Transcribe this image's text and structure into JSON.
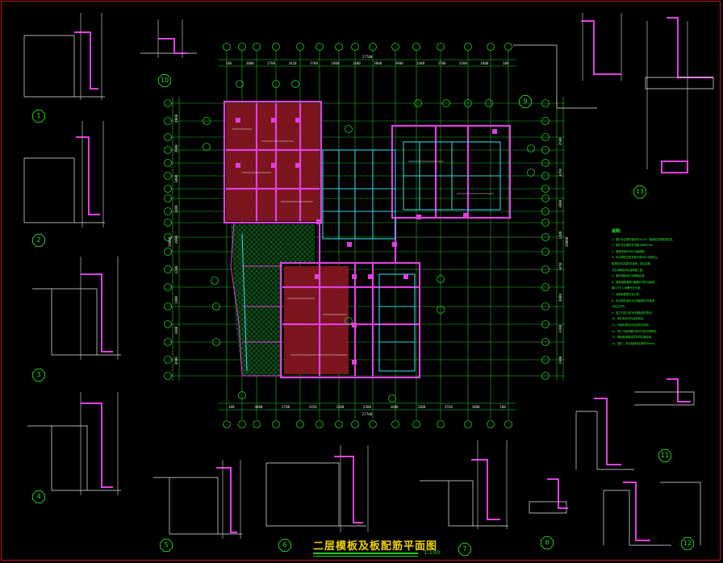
{
  "drawing": {
    "title": "二层模板及板配筋平面图",
    "scale": "1:100",
    "colors": {
      "background": "#000000",
      "frame": "#c01818",
      "grid": "#20d020",
      "beam": "#e040e0",
      "wall": "#30d0e0",
      "hatch": "#c02030",
      "dims": "#c0c0c0",
      "title": "#f0d000"
    }
  },
  "plan": {
    "top_dims": [
      "100",
      "3000",
      "2700",
      "3450",
      "3700",
      "1800",
      "1400",
      "3000",
      "3900",
      "1400",
      "3700",
      "3500",
      "1800",
      "100"
    ],
    "top_total": "27700",
    "bottom_dims": [
      "100",
      "3000",
      "2700",
      "3450",
      "3300",
      "2300",
      "3600",
      "3300",
      "3550",
      "3400",
      "100"
    ],
    "bottom_total": "27700",
    "left_dims": [
      "4000",
      "3900",
      "3800",
      "1400",
      "4000",
      "3200",
      "1900",
      "3400",
      "3600"
    ],
    "right_dims": [
      "3500",
      "3450",
      "3800",
      "1400",
      "3450",
      "4000",
      "3200",
      "1900"
    ],
    "left_total": "28000",
    "right_total": "28000"
  },
  "notes": {
    "heading": "说明：",
    "lines": [
      "1、图中未注明的板厚均为120，板面标高同楼层标高。",
      "2、图中未注明的分布筋为Φ6@200。",
      "3、板筋采用HRB400级钢筋。",
      "4、未注明的支座负筋长度详见平面标注。",
      "   板洞处详见结构总说明，洞边加筋。",
      "   卫生间降板详见建筑施工图。",
      "5、图中阴影部分为降板区域。",
      "6、楼板钢筋遇洞口截断并弯折至板底。",
      "   洞口尺寸以设备专业为准。",
      "7、悬挑板配筋详见大样。",
      "8、未注明的梁均为沿轴线居中布置或",
      "   与柱边平齐。",
      "9、施工时应与各专业图纸密切配合。",
      "10、图中标高均为结构标高。",
      "11、构造柱做法详见结构总说明。",
      "12、施工中如有疑问及时与设计院联系。",
      "13、屋面板钢筋双层双向拉通设置。",
      "14、图中 ┐ 表示板面标高降低50mm。"
    ]
  },
  "details": [
    {
      "id": "1",
      "label": "1"
    },
    {
      "id": "2",
      "label": "2"
    },
    {
      "id": "3",
      "label": "3"
    },
    {
      "id": "4",
      "label": "4"
    },
    {
      "id": "5",
      "label": "5"
    },
    {
      "id": "6",
      "label": "6"
    },
    {
      "id": "7",
      "label": "7"
    },
    {
      "id": "8",
      "label": "8"
    },
    {
      "id": "9",
      "label": "9"
    },
    {
      "id": "10",
      "label": "10"
    },
    {
      "id": "11",
      "label": "11"
    },
    {
      "id": "12",
      "label": "12"
    },
    {
      "id": "13",
      "label": "13"
    }
  ]
}
